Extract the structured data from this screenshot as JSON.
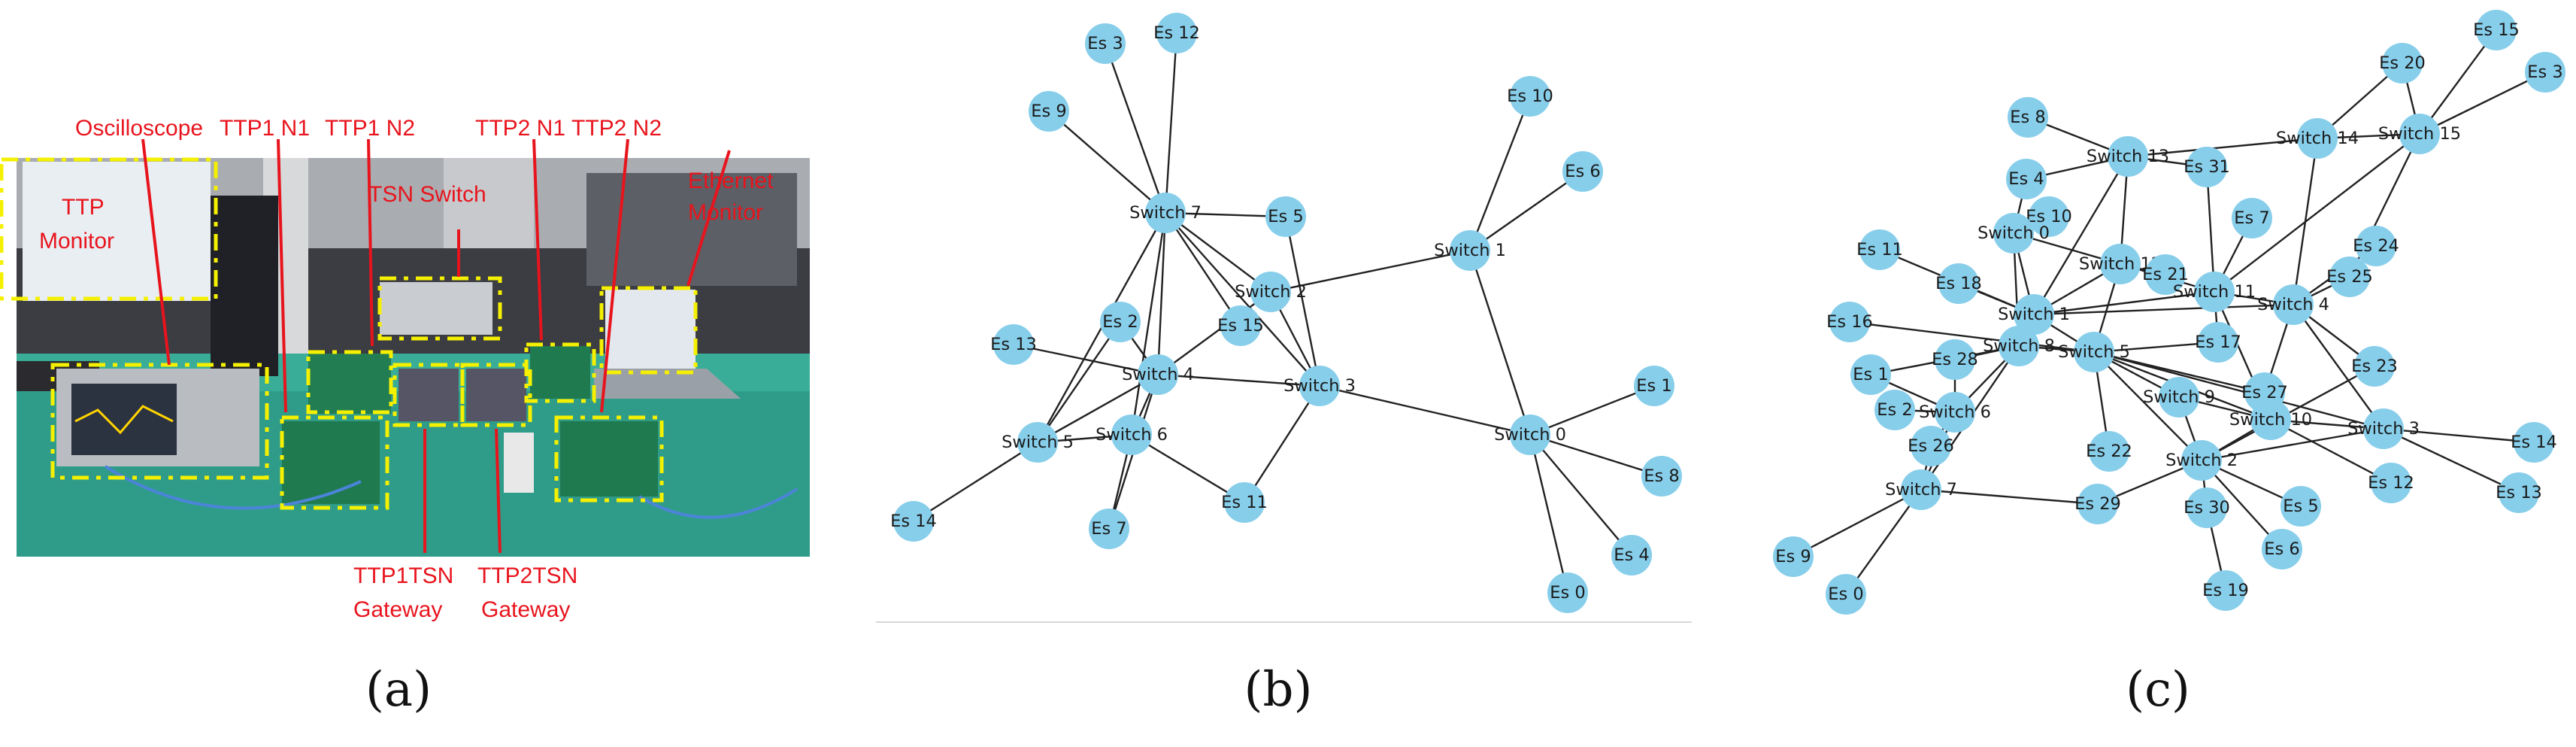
{
  "panel_a": {
    "sublabel": "(a)",
    "labels": {
      "oscilloscope": "Oscilloscope",
      "ttp1_n1": "TTP1 N1",
      "ttp1_n2": "TTP1 N2",
      "ttp2_n1": "TTP2 N1",
      "ttp2_n2": "TTP2 N2",
      "ttp_monitor_1": "TTP",
      "ttp_monitor_2": "Monitor",
      "tsn_switch": "TSN Switch",
      "ethernet_monitor_1": "Ethernet",
      "ethernet_monitor_2": "Monitor",
      "ttp1tsn_1": "TTP1TSN",
      "ttp1tsn_2": "Gateway",
      "ttp2tsn_1": "TTP2TSN",
      "ttp2tsn_2": "Gateway"
    }
  },
  "panel_b": {
    "sublabel": "(b)",
    "node_color": "#87ceeb",
    "edge_color": "#222222",
    "nodes": [
      {
        "id": "Es 3"
      },
      {
        "id": "Es 12"
      },
      {
        "id": "Es 9"
      },
      {
        "id": "Es 10"
      },
      {
        "id": "Es 6"
      },
      {
        "id": "Switch 7"
      },
      {
        "id": "Es 5"
      },
      {
        "id": "Switch 1"
      },
      {
        "id": "Switch 2"
      },
      {
        "id": "Es 2"
      },
      {
        "id": "Es 15"
      },
      {
        "id": "Es 13"
      },
      {
        "id": "Switch 4"
      },
      {
        "id": "Switch 3"
      },
      {
        "id": "Es 1"
      },
      {
        "id": "Switch 5"
      },
      {
        "id": "Switch 6"
      },
      {
        "id": "Switch 0"
      },
      {
        "id": "Es 8"
      },
      {
        "id": "Es 14"
      },
      {
        "id": "Es 11"
      },
      {
        "id": "Es 7"
      },
      {
        "id": "Es 4"
      },
      {
        "id": "Es 0"
      }
    ],
    "edges": [
      [
        "Switch 7",
        "Es 3"
      ],
      [
        "Switch 7",
        "Es 12"
      ],
      [
        "Switch 7",
        "Es 9"
      ],
      [
        "Switch 7",
        "Es 5"
      ],
      [
        "Switch 7",
        "Switch 2"
      ],
      [
        "Switch 7",
        "Es 15"
      ],
      [
        "Switch 7",
        "Switch 3"
      ],
      [
        "Switch 7",
        "Switch 4"
      ],
      [
        "Switch 7",
        "Switch 6"
      ],
      [
        "Switch 7",
        "Switch 5"
      ],
      [
        "Es 5",
        "Switch 3"
      ],
      [
        "Switch 1",
        "Es 10"
      ],
      [
        "Switch 1",
        "Es 6"
      ],
      [
        "Switch 1",
        "Switch 2"
      ],
      [
        "Switch 1",
        "Switch 0"
      ],
      [
        "Switch 2",
        "Switch 4"
      ],
      [
        "Switch 2",
        "Switch 3"
      ],
      [
        "Es 2",
        "Switch 4"
      ],
      [
        "Es 13",
        "Switch 4"
      ],
      [
        "Switch 4",
        "Switch 3"
      ],
      [
        "Switch 4",
        "Switch 6"
      ],
      [
        "Switch 4",
        "Switch 5"
      ],
      [
        "Switch 4",
        "Es 7"
      ],
      [
        "Es 2",
        "Switch 5"
      ],
      [
        "Switch 3",
        "Switch 0"
      ],
      [
        "Switch 3",
        "Es 11"
      ],
      [
        "Switch 5",
        "Es 14"
      ],
      [
        "Switch 5",
        "Switch 6"
      ],
      [
        "Switch 6",
        "Es 11"
      ],
      [
        "Switch 6",
        "Es 7"
      ],
      [
        "Switch 0",
        "Es 1"
      ],
      [
        "Switch 0",
        "Es 8"
      ],
      [
        "Switch 0",
        "Es 4"
      ],
      [
        "Switch 0",
        "Es 0"
      ]
    ]
  },
  "panel_c": {
    "sublabel": "(c)",
    "node_color": "#87ceeb",
    "edge_color": "#222222",
    "nodes": [
      {
        "id": "Es 15"
      },
      {
        "id": "Es 20"
      },
      {
        "id": "Es 3"
      },
      {
        "id": "Switch 15"
      },
      {
        "id": "Es 8"
      },
      {
        "id": "Switch 14"
      },
      {
        "id": "Switch 13"
      },
      {
        "id": "Es 31"
      },
      {
        "id": "Es 4"
      },
      {
        "id": "Es 10"
      },
      {
        "id": "Switch 0"
      },
      {
        "id": "Es 7"
      },
      {
        "id": "Es 11"
      },
      {
        "id": "Switch 12"
      },
      {
        "id": "Es 21"
      },
      {
        "id": "Es 24"
      },
      {
        "id": "Es 18"
      },
      {
        "id": "Es 25"
      },
      {
        "id": "Switch 11"
      },
      {
        "id": "Switch 4"
      },
      {
        "id": "Switch 1"
      },
      {
        "id": "Es 16"
      },
      {
        "id": "Switch 8"
      },
      {
        "id": "Switch 5"
      },
      {
        "id": "Es 17"
      },
      {
        "id": "Es 28"
      },
      {
        "id": "Es 1"
      },
      {
        "id": "Es 23"
      },
      {
        "id": "Es 27"
      },
      {
        "id": "Switch 9"
      },
      {
        "id": "Es 2"
      },
      {
        "id": "Switch 6"
      },
      {
        "id": "Switch 10"
      },
      {
        "id": "Switch 3"
      },
      {
        "id": "Es 26"
      },
      {
        "id": "Es 14"
      },
      {
        "id": "Es 22"
      },
      {
        "id": "Switch 2"
      },
      {
        "id": "Es 12"
      },
      {
        "id": "Es 13"
      },
      {
        "id": "Switch 7"
      },
      {
        "id": "Es 29"
      },
      {
        "id": "Es 30"
      },
      {
        "id": "Es 5"
      },
      {
        "id": "Es 9"
      },
      {
        "id": "Es 6"
      },
      {
        "id": "Es 0"
      },
      {
        "id": "Es 19"
      }
    ],
    "edges": [
      [
        "Switch 15",
        "Es 15"
      ],
      [
        "Switch 15",
        "Es 20"
      ],
      [
        "Switch 15",
        "Es 3"
      ],
      [
        "Switch 15",
        "Switch 14"
      ],
      [
        "Switch 15",
        "Es 25"
      ],
      [
        "Switch 15",
        "Switch 11"
      ],
      [
        "Switch 14",
        "Es 20"
      ],
      [
        "Switch 14",
        "Switch 13"
      ],
      [
        "Switch 14",
        "Switch 4"
      ],
      [
        "Switch 13",
        "Es 8"
      ],
      [
        "Switch 13",
        "Es 4"
      ],
      [
        "Switch 13",
        "Es 31"
      ],
      [
        "Switch 13",
        "Switch 12"
      ],
      [
        "Switch 13",
        "Switch 1"
      ],
      [
        "Es 31",
        "Switch 11"
      ],
      [
        "Es 4",
        "Switch 0"
      ],
      [
        "Switch 0",
        "Es 10"
      ],
      [
        "Switch 0",
        "Switch 1"
      ],
      [
        "Switch 0",
        "Switch 8"
      ],
      [
        "Switch 0",
        "Switch 12"
      ],
      [
        "Es 7",
        "Switch 11"
      ],
      [
        "Switch 12",
        "Es 21"
      ],
      [
        "Switch 12",
        "Switch 1"
      ],
      [
        "Switch 12",
        "Switch 11"
      ],
      [
        "Switch 12",
        "Switch 5"
      ],
      [
        "Es 11",
        "Switch 1"
      ],
      [
        "Es 18",
        "Switch 1"
      ],
      [
        "Es 24",
        "Switch 4"
      ],
      [
        "Es 25",
        "Switch 4"
      ],
      [
        "Switch 11",
        "Switch 4"
      ],
      [
        "Switch 11",
        "Es 17"
      ],
      [
        "Switch 11",
        "Switch 1"
      ],
      [
        "Switch 11",
        "Switch 10"
      ],
      [
        "Switch 4",
        "Switch 1"
      ],
      [
        "Switch 4",
        "Es 23"
      ],
      [
        "Switch 4",
        "Switch 3"
      ],
      [
        "Switch 4",
        "Es 27"
      ],
      [
        "Switch 1",
        "Switch 8"
      ],
      [
        "Switch 1",
        "Switch 5"
      ],
      [
        "Es 16",
        "Switch 5"
      ],
      [
        "Switch 8",
        "Switch 5"
      ],
      [
        "Switch 8",
        "Es 28"
      ],
      [
        "Switch 8",
        "Switch 6"
      ],
      [
        "Switch 8",
        "Es 1"
      ],
      [
        "Switch 8",
        "Switch 7"
      ],
      [
        "Switch 5",
        "Es 17"
      ],
      [
        "Switch 5",
        "Es 27"
      ],
      [
        "Switch 5",
        "Switch 9"
      ],
      [
        "Switch 5",
        "Es 22"
      ],
      [
        "Switch 5",
        "Switch 2"
      ],
      [
        "Switch 5",
        "Switch 3"
      ],
      [
        "Switch 5",
        "Switch 10"
      ],
      [
        "Es 28",
        "Switch 6"
      ],
      [
        "Es 1",
        "Switch 6"
      ],
      [
        "Switch 6",
        "Es 2"
      ],
      [
        "Switch 6",
        "Es 26"
      ],
      [
        "Switch 6",
        "Switch 7"
      ],
      [
        "Switch 9",
        "Switch 2"
      ],
      [
        "Switch 9",
        "Switch 10"
      ],
      [
        "Es 27",
        "Switch 10"
      ],
      [
        "Es 23",
        "Switch 2"
      ],
      [
        "Switch 10",
        "Switch 2"
      ],
      [
        "Switch 10",
        "Switch 3"
      ],
      [
        "Switch 10",
        "Es 12"
      ],
      [
        "Switch 3",
        "Es 14"
      ],
      [
        "Switch 3",
        "Es 13"
      ],
      [
        "Switch 3",
        "Switch 2"
      ],
      [
        "Switch 2",
        "Es 30"
      ],
      [
        "Switch 2",
        "Es 5"
      ],
      [
        "Switch 2",
        "Es 29"
      ],
      [
        "Switch 2",
        "Es 6"
      ],
      [
        "Es 30",
        "Es 19"
      ],
      [
        "Switch 7",
        "Es 29"
      ],
      [
        "Switch 7",
        "Es 9"
      ],
      [
        "Switch 7",
        "Es 0"
      ],
      [
        "Switch 7",
        "Es 26"
      ]
    ]
  }
}
